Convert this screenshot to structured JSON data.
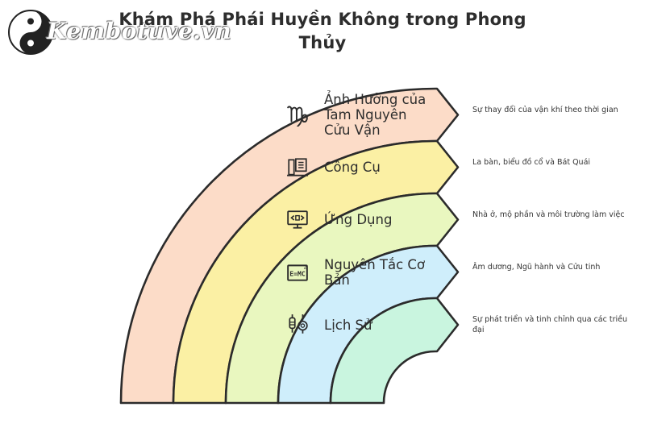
{
  "header": {
    "title_line1": "Khám Phá Phái Huyền Không trong Phong",
    "title_line2": "Thủy",
    "watermark": "Kembotuve.vn"
  },
  "colors": {
    "band1": "#fcdcc8",
    "band2": "#fbf0a4",
    "band3": "#e9f7bf",
    "band4": "#cfeefb",
    "band5": "#c9f5df",
    "stroke": "#2b2b2b"
  },
  "bands": [
    {
      "label": "Ảnh Hưởng của Tam Nguyên Cửu Vận",
      "lines": [
        "Ảnh Hưởng của",
        "Tam Nguyên",
        "Cửu Vận"
      ],
      "icon": "virgo-icon",
      "description": "Sự thay đổi của vận khí theo thời gian"
    },
    {
      "label": "Công Cụ",
      "lines": [
        "Công Cụ"
      ],
      "icon": "books-icon",
      "description": "La bàn, biểu đồ cổ và Bát Quái"
    },
    {
      "label": "Ứng Dụng",
      "lines": [
        "Ứng Dụng"
      ],
      "icon": "monitor-code-icon",
      "description": "Nhà ở, mộ phần và môi trường làm việc"
    },
    {
      "label": "Nguyên Tắc Cơ Bản",
      "lines": [
        "Nguyên Tắc Cơ",
        "Bản"
      ],
      "icon": "formula-icon",
      "description": "Âm dương, Ngũ hành và Cửu tinh"
    },
    {
      "label": "Lịch Sử",
      "lines": [
        "Lịch Sử"
      ],
      "icon": "lanterns-icon",
      "description": "Sự phát triển và tinh chỉnh qua các triều đại"
    }
  ]
}
